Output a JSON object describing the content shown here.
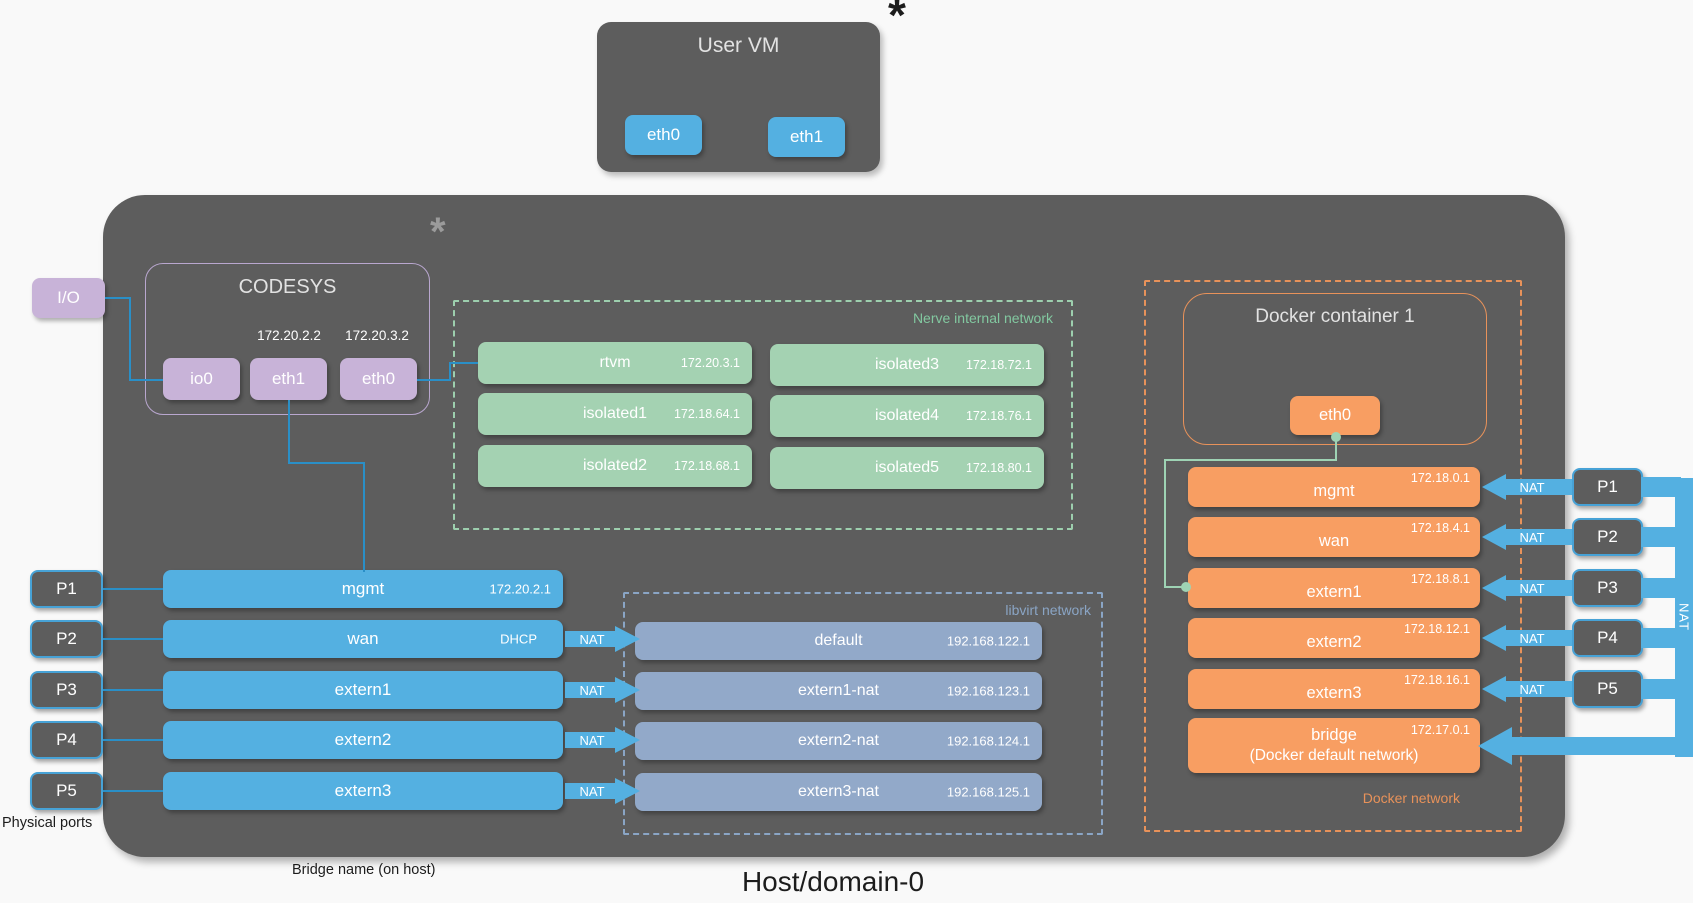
{
  "footnote_marker": "*",
  "user_vm": {
    "title": "User VM",
    "interfaces": [
      {
        "label": "eth0"
      },
      {
        "label": "eth1"
      }
    ]
  },
  "host": {
    "title": "Host/domain-0",
    "marker": "*",
    "bridge_name_label": "Bridge name (on host)",
    "physical_ports_label": "Physical ports",
    "nat_label": "NAT"
  },
  "io_module": {
    "label": "I/O"
  },
  "codesys": {
    "title": "CODESYS",
    "interfaces": [
      {
        "label": "io0",
        "ip": ""
      },
      {
        "label": "eth1",
        "ip": "172.20.2.2"
      },
      {
        "label": "eth0",
        "ip": "172.20.3.2"
      }
    ]
  },
  "nerve_network": {
    "label": "Nerve internal network",
    "nodes": [
      {
        "name": "rtvm",
        "ip": "172.20.3.1"
      },
      {
        "name": "isolated1",
        "ip": "172.18.64.1"
      },
      {
        "name": "isolated2",
        "ip": "172.18.68.1"
      },
      {
        "name": "isolated3",
        "ip": "172.18.72.1"
      },
      {
        "name": "isolated4",
        "ip": "172.18.76.1"
      },
      {
        "name": "isolated5",
        "ip": "172.18.80.1"
      }
    ]
  },
  "ports_left": [
    {
      "label": "P1"
    },
    {
      "label": "P2"
    },
    {
      "label": "P3"
    },
    {
      "label": "P4"
    },
    {
      "label": "P5"
    }
  ],
  "ports_right": [
    {
      "label": "P1"
    },
    {
      "label": "P2"
    },
    {
      "label": "P3"
    },
    {
      "label": "P4"
    },
    {
      "label": "P5"
    }
  ],
  "bridges": [
    {
      "name": "mgmt",
      "detail": "172.20.2.1"
    },
    {
      "name": "wan",
      "detail": "DHCP"
    },
    {
      "name": "extern1",
      "detail": ""
    },
    {
      "name": "extern2",
      "detail": ""
    },
    {
      "name": "extern3",
      "detail": ""
    }
  ],
  "libvirt_network": {
    "label": "libvirt network",
    "nodes": [
      {
        "name": "default",
        "ip": "192.168.122.1"
      },
      {
        "name": "extern1-nat",
        "ip": "192.168.123.1"
      },
      {
        "name": "extern2-nat",
        "ip": "192.168.124.1"
      },
      {
        "name": "extern3-nat",
        "ip": "192.168.125.1"
      }
    ]
  },
  "docker": {
    "container_title": "Docker container 1",
    "container_interface": "eth0",
    "network_label": "Docker network",
    "nodes": [
      {
        "name": "mgmt",
        "ip": "172.18.0.1"
      },
      {
        "name": "wan",
        "ip": "172.18.4.1"
      },
      {
        "name": "extern1",
        "ip": "172.18.8.1"
      },
      {
        "name": "extern2",
        "ip": "172.18.12.1"
      },
      {
        "name": "extern3",
        "ip": "172.18.16.1"
      },
      {
        "name": "bridge",
        "name2": "(Docker default network)",
        "ip": "172.17.0.1"
      }
    ]
  },
  "colors": {
    "accent_blue": "#54b0e1",
    "accent_purple": "#c8b3d8",
    "accent_green": "#a4d2b2",
    "accent_bluegray": "#92a9c9",
    "accent_orange": "#f89e62",
    "box_gray": "#5d5d5d",
    "connector_blue": "#2a8fc7",
    "connector_green": "#9ed3b4"
  }
}
